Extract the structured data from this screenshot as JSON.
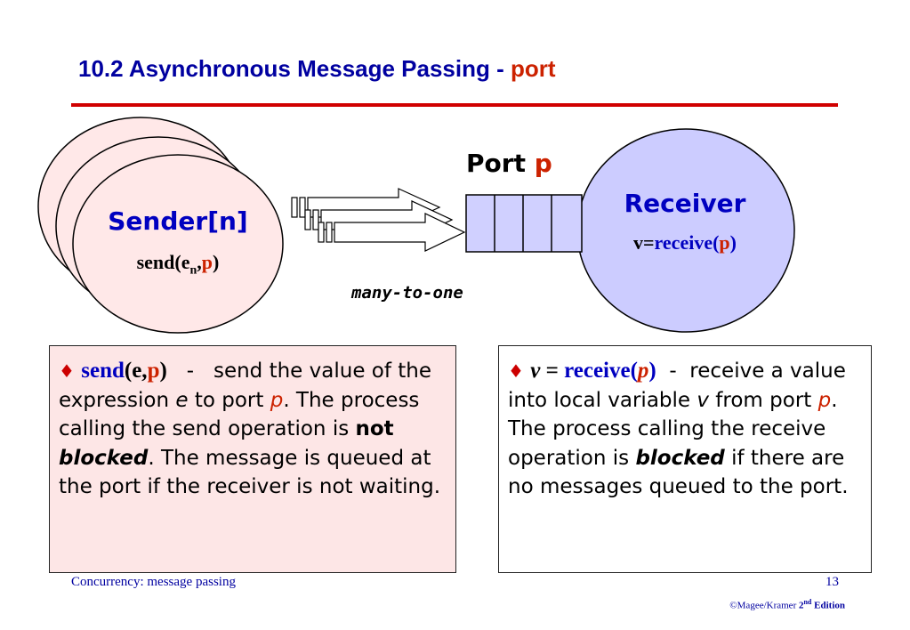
{
  "header": {
    "title_main": "10.2  Asynchronous Message Passing - ",
    "title_accent": "port"
  },
  "diagram": {
    "port_label": "Port ",
    "port_var": "p",
    "sender": {
      "name": "Sender[n]",
      "op_prefix": "send(e",
      "op_sub": "n",
      "op_comma": ",",
      "op_var": "p",
      "op_suffix": ")"
    },
    "receiver": {
      "name": "Receiver",
      "op_prefix": "v=",
      "op_func": "receive",
      "op_open": "(",
      "op_var": "p",
      "op_close": ")"
    },
    "arrow_caption": "many-to-one"
  },
  "left_box": {
    "bullet": "♦",
    "lead_func": "send",
    "lead_args_open": "(e,",
    "lead_var": "p",
    "lead_close": ")",
    "text_1": "   -   send the value of the expression ",
    "e_italic": "e",
    "text_2": " to port ",
    "p_italic": "p",
    "text_3": ". The process calling the send operation is ",
    "not_bold": "not",
    "blocked_bold": "blocked",
    "text_4": ". The message is queued at the port if the receiver is not waiting."
  },
  "right_box": {
    "bullet": "♦",
    "lead_v": "v",
    "lead_eq": " = ",
    "lead_func": "receive",
    "lead_open": "(",
    "lead_var": "p",
    "lead_close": ")",
    "text_1": "  -  receive a value into local variable ",
    "v_italic": "v",
    "text_2": " from port ",
    "p_italic": "p",
    "text_3": ". The process calling the receive operation is ",
    "blocked_bold": "blocked",
    "text_4": " if there are no messages queued to the port."
  },
  "footer": {
    "course": "Concurrency: message passing",
    "page": "13",
    "copyright": "©Magee/Kramer ",
    "edition_num": "2",
    "edition_sup": "nd",
    "edition_word": " Edition"
  },
  "colors": {
    "title": "#0000a0",
    "accent": "#cc2200",
    "sender_fill": "#ffe8e8",
    "receiver_fill": "#ccccff",
    "port_fill": "#d0d0ff"
  }
}
